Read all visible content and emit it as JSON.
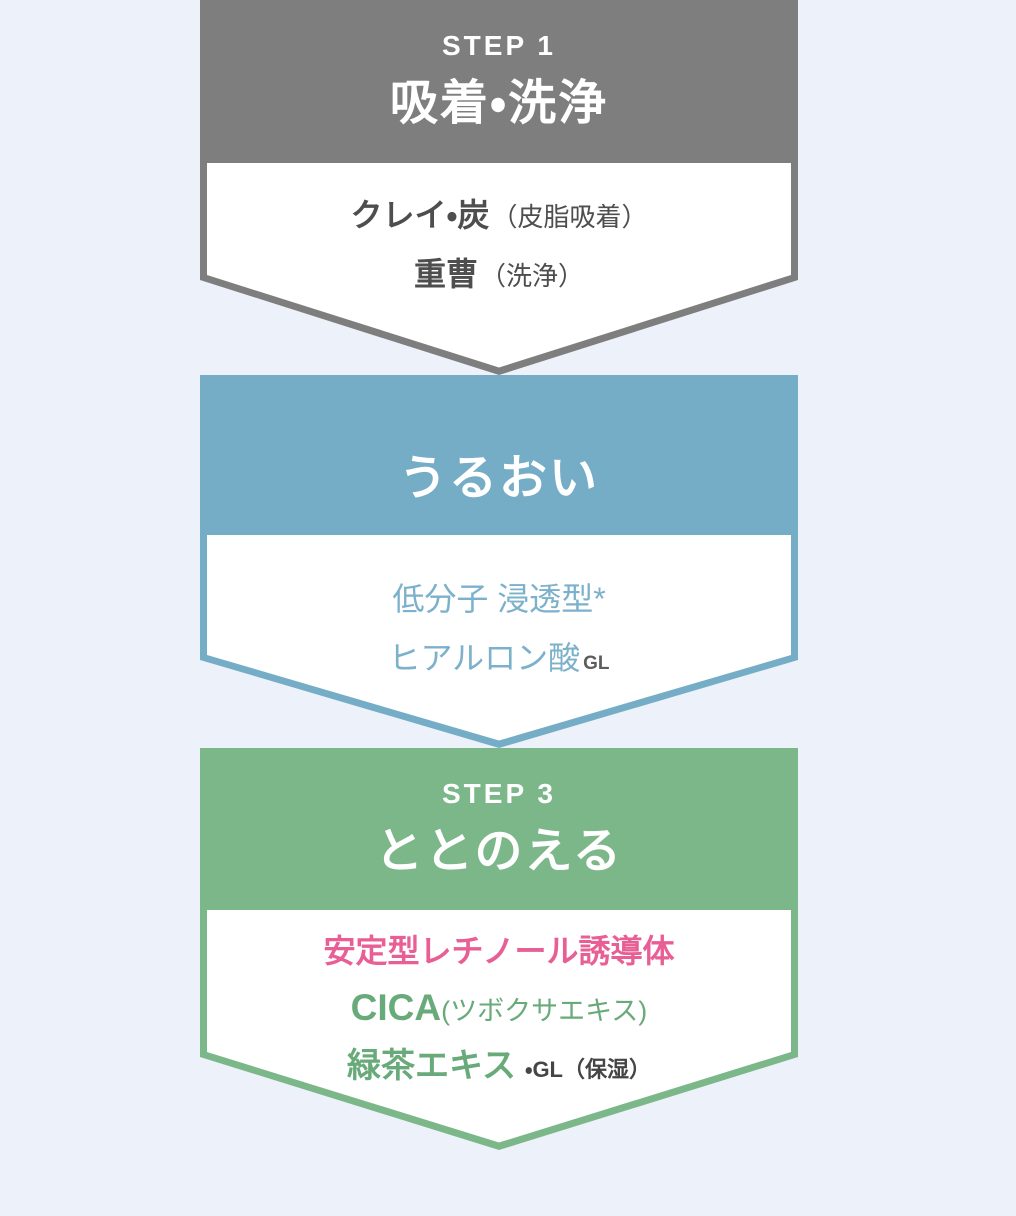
{
  "page": {
    "background_color": "#edf1fa",
    "palette": {
      "step1_gray": "#7e7e7e",
      "step2_blue": "#75adc6",
      "step3_green": "#7cb789",
      "pink_text": "#e85f96",
      "green_text": "#69aa7a",
      "blue_text": "#7cb1cb",
      "dark_text": "#4e4e4e",
      "white": "#ffffff"
    }
  },
  "steps": [
    {
      "step_label": "STEP 1",
      "title": "吸着・洗浄",
      "header_color": "#7e7e7e",
      "ingredients": [
        {
          "main": "クレイ・炭",
          "note": "（皮脂吸着）"
        },
        {
          "main": "重曹",
          "note": "（洗浄）"
        }
      ]
    },
    {
      "step_label": "",
      "title": "うるおい",
      "header_color": "#75adc6",
      "ingredients": [
        {
          "main": "低分子 浸透型*",
          "note": ""
        },
        {
          "main": "ヒアルロン酸",
          "note": "GL"
        }
      ]
    },
    {
      "step_label": "STEP 3",
      "title": "ととのえる",
      "header_color": "#7cb789",
      "ingredients": [
        {
          "main": "安定型レチノール誘導体",
          "note": ""
        },
        {
          "main": "CICA",
          "note": "(ツボクサエキス)"
        },
        {
          "main": "緑茶エキス",
          "note": "・GL（保湿）"
        }
      ]
    }
  ]
}
